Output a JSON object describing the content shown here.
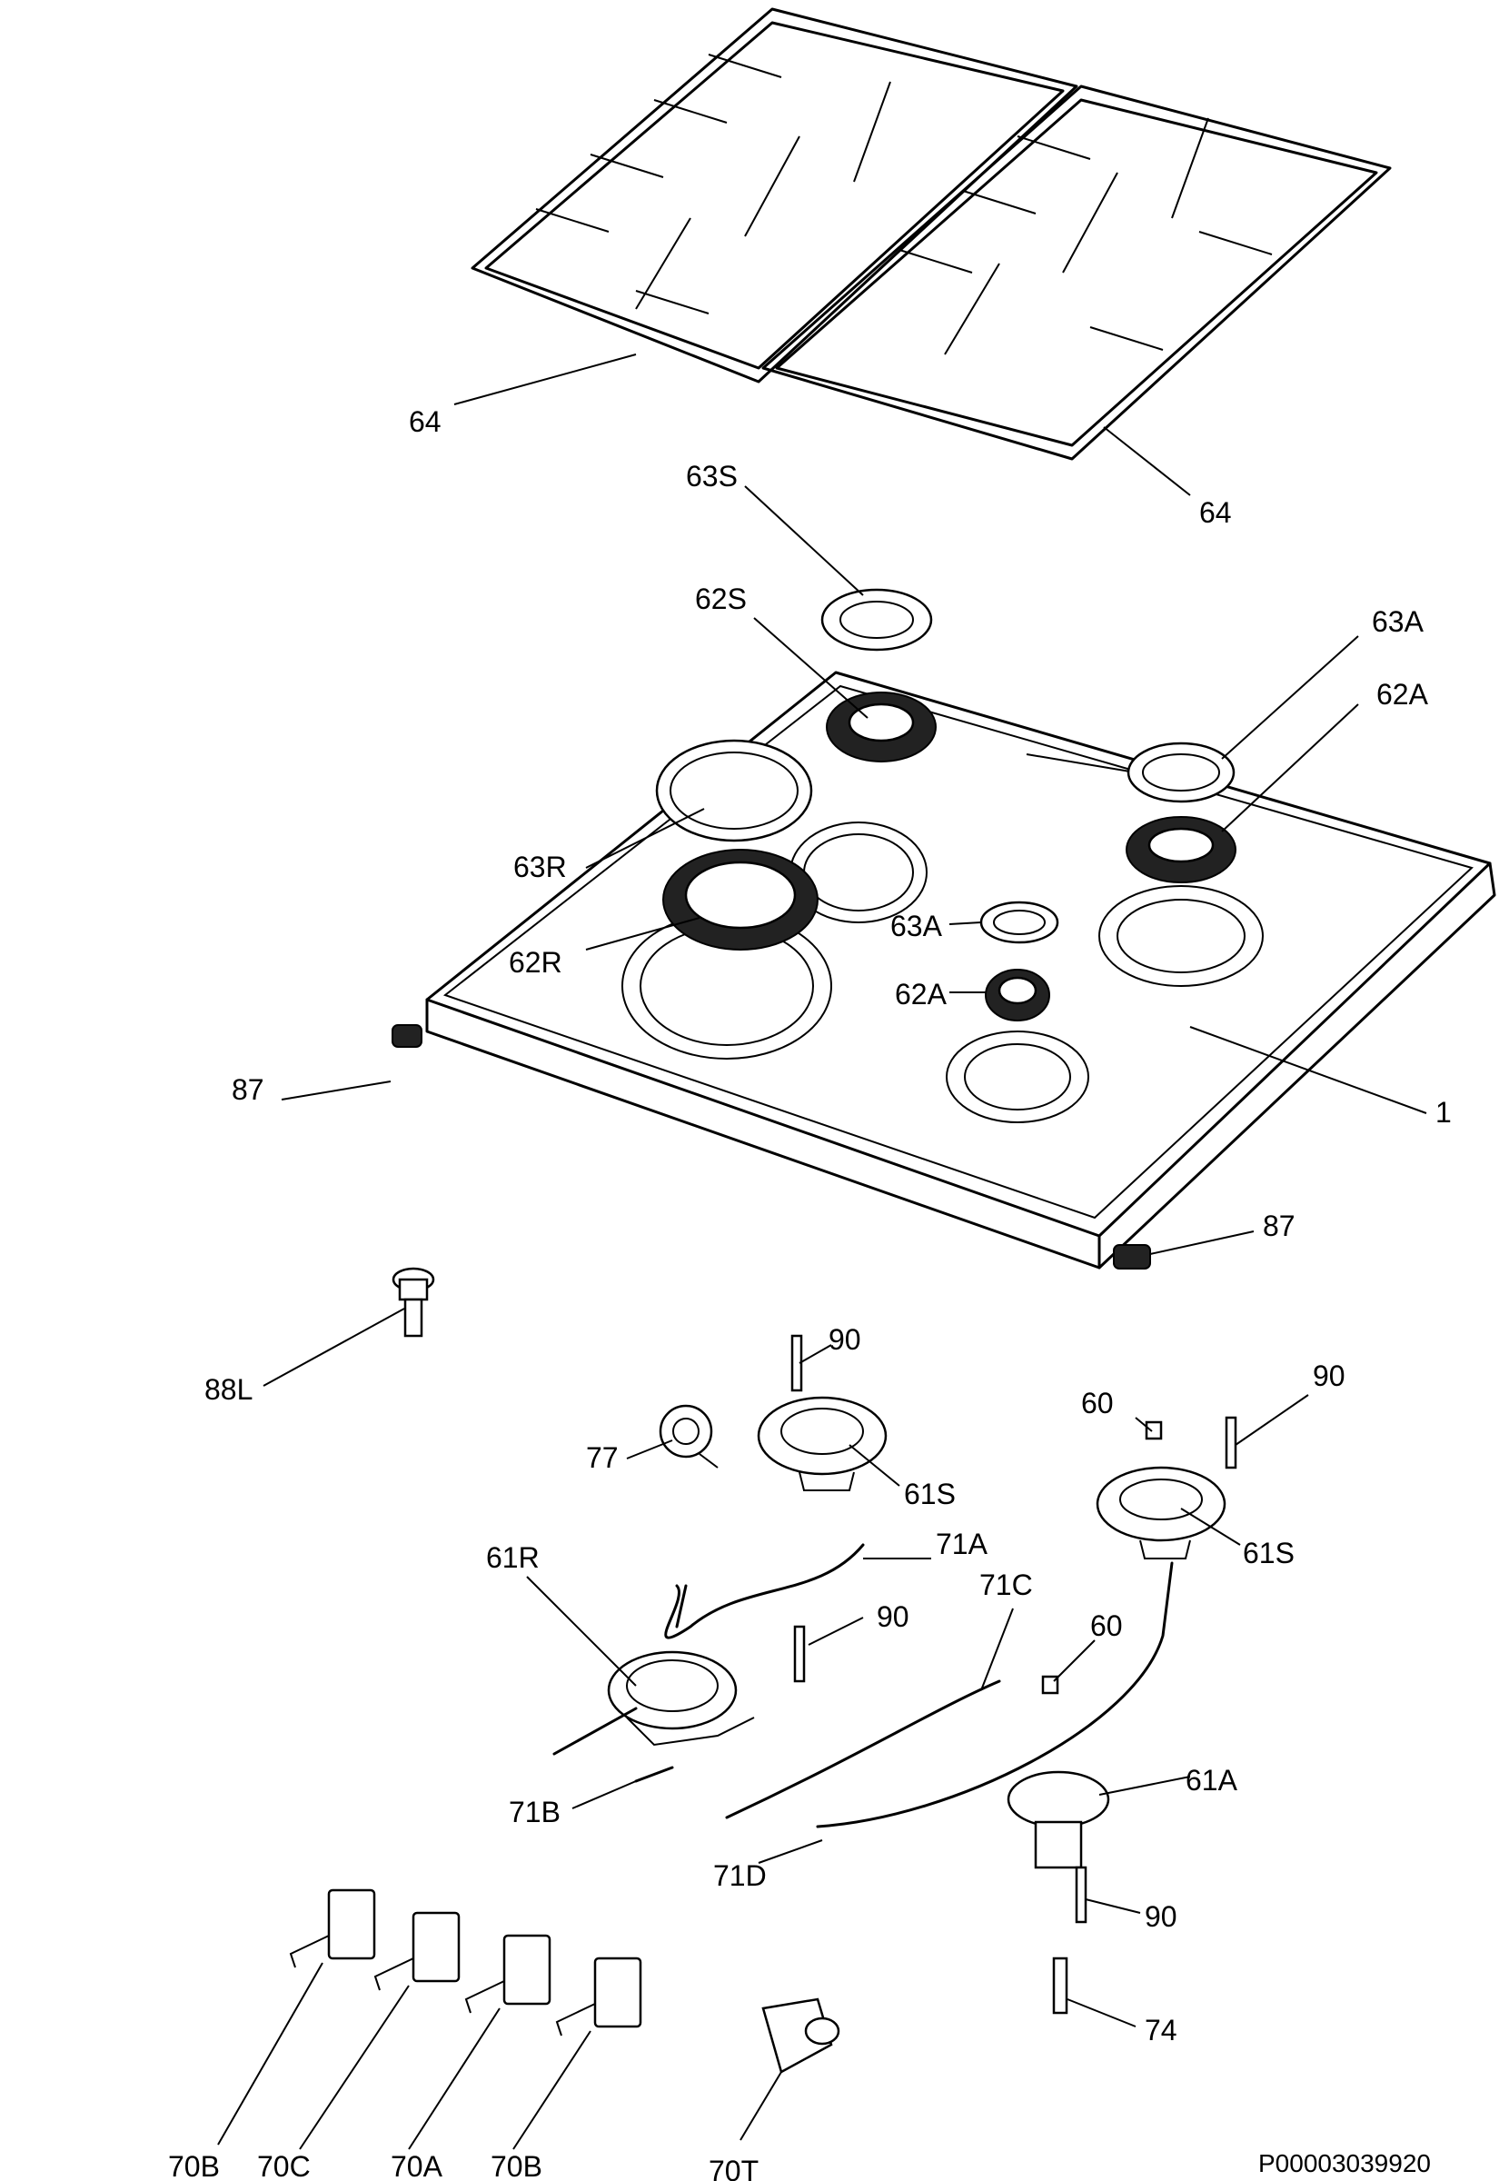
{
  "drawing_ref": "P00003039920",
  "labels": {
    "l64a": "64",
    "l64b": "64",
    "l63s": "63S",
    "l62s": "62S",
    "l63a_top": "63A",
    "l62a_top": "62A",
    "l63r": "63R",
    "l62r": "62R",
    "l63a_mid": "63A",
    "l62a_mid": "62A",
    "l87a": "87",
    "l1": "1",
    "l87b": "87",
    "l88l": "88L",
    "l90a": "90",
    "l90b": "90",
    "l60a": "60",
    "l77": "77",
    "l61s_a": "61S",
    "l61s_b": "61S",
    "l61r": "61R",
    "l71a": "71A",
    "l90c": "90",
    "l71c": "71C",
    "l60b": "60",
    "l71b": "71B",
    "l61a": "61A",
    "l71d": "71D",
    "l90d": "90",
    "l74": "74",
    "l70b_a": "70B",
    "l70c": "70C",
    "l70a": "70A",
    "l70b_b": "70B",
    "l70t": "70T"
  }
}
